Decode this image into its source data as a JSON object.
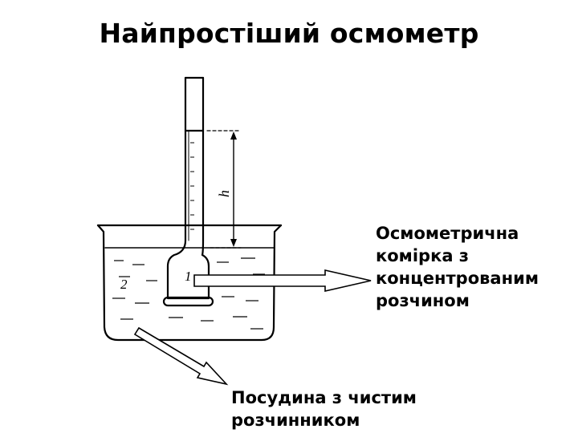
{
  "title": "Найпростіший осмометр",
  "diagram": {
    "height_label": "h",
    "number_cell": "1",
    "number_vessel": "2"
  },
  "labels": {
    "cell": [
      "Осмометрична",
      "комірка з",
      "концентрованим",
      "розчином"
    ],
    "vessel": [
      "Посудина з чистим",
      "розчинником"
    ]
  }
}
